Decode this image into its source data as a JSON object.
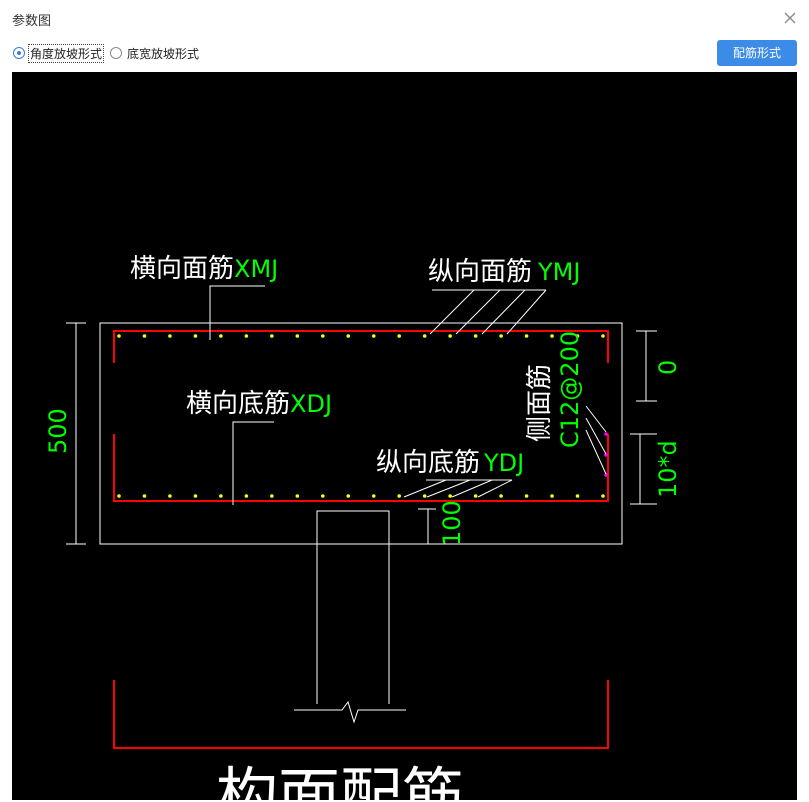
{
  "window": {
    "title": "参数图"
  },
  "toolbar": {
    "radio_angle": "角度放坡形式",
    "radio_width": "底宽放坡形式",
    "config_button": "配筋形式"
  },
  "drawing": {
    "label_xmj_cn": "横向面筋",
    "label_xmj_code": "XMJ",
    "label_ymj_cn": "纵向面筋",
    "label_ymj_code": "YMJ",
    "label_xdj_cn": "横向底筋",
    "label_xdj_code": "XDJ",
    "label_ydj_cn": "纵向底筋",
    "label_ydj_code": "YDJ",
    "label_side_cn": "侧面筋",
    "label_side_code": "C12@200",
    "dim_500": "500",
    "dim_0": "0",
    "dim_10d": "10*d",
    "dim_100": "100",
    "bottom_text": "构面配筋",
    "colors": {
      "rebar": "#ff0000",
      "dots": "#ffff00",
      "code": "#00ff00",
      "outline": "#ffffff",
      "side_dot": "#ff00ff"
    }
  }
}
